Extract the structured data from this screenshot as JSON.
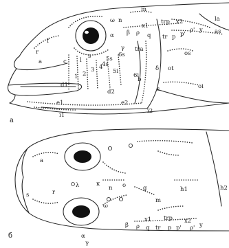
{
  "figure": {
    "panel_a": "а",
    "panel_b": "б",
    "labels_a": [
      "m",
      "ω",
      "n",
      "x1",
      "x2",
      "trp",
      "la",
      "as",
      "y",
      "β",
      "ρ",
      "ρ'",
      "q",
      "tr",
      "p",
      "p'",
      "α",
      "γ",
      "tra",
      "f",
      "r",
      "c",
      "l",
      "s",
      "4s",
      "5s",
      "6s",
      "1",
      "2",
      "3",
      "4",
      "5i",
      "6i",
      "os",
      "ot",
      "oi",
      "a",
      "δ",
      "ε",
      "b",
      "d1",
      "d2",
      "e1",
      "e2",
      "i1",
      "i2"
    ],
    "labels_b": [
      "n",
      "ω",
      "o",
      "g",
      "m",
      "λ",
      "κ",
      "a",
      "r",
      "s",
      "h1",
      "h2",
      "x1",
      "x2",
      "trp",
      "β",
      "ρ",
      "q",
      "tr",
      "p",
      "p'",
      "ρ'",
      "y",
      "α",
      "γ"
    ]
  }
}
